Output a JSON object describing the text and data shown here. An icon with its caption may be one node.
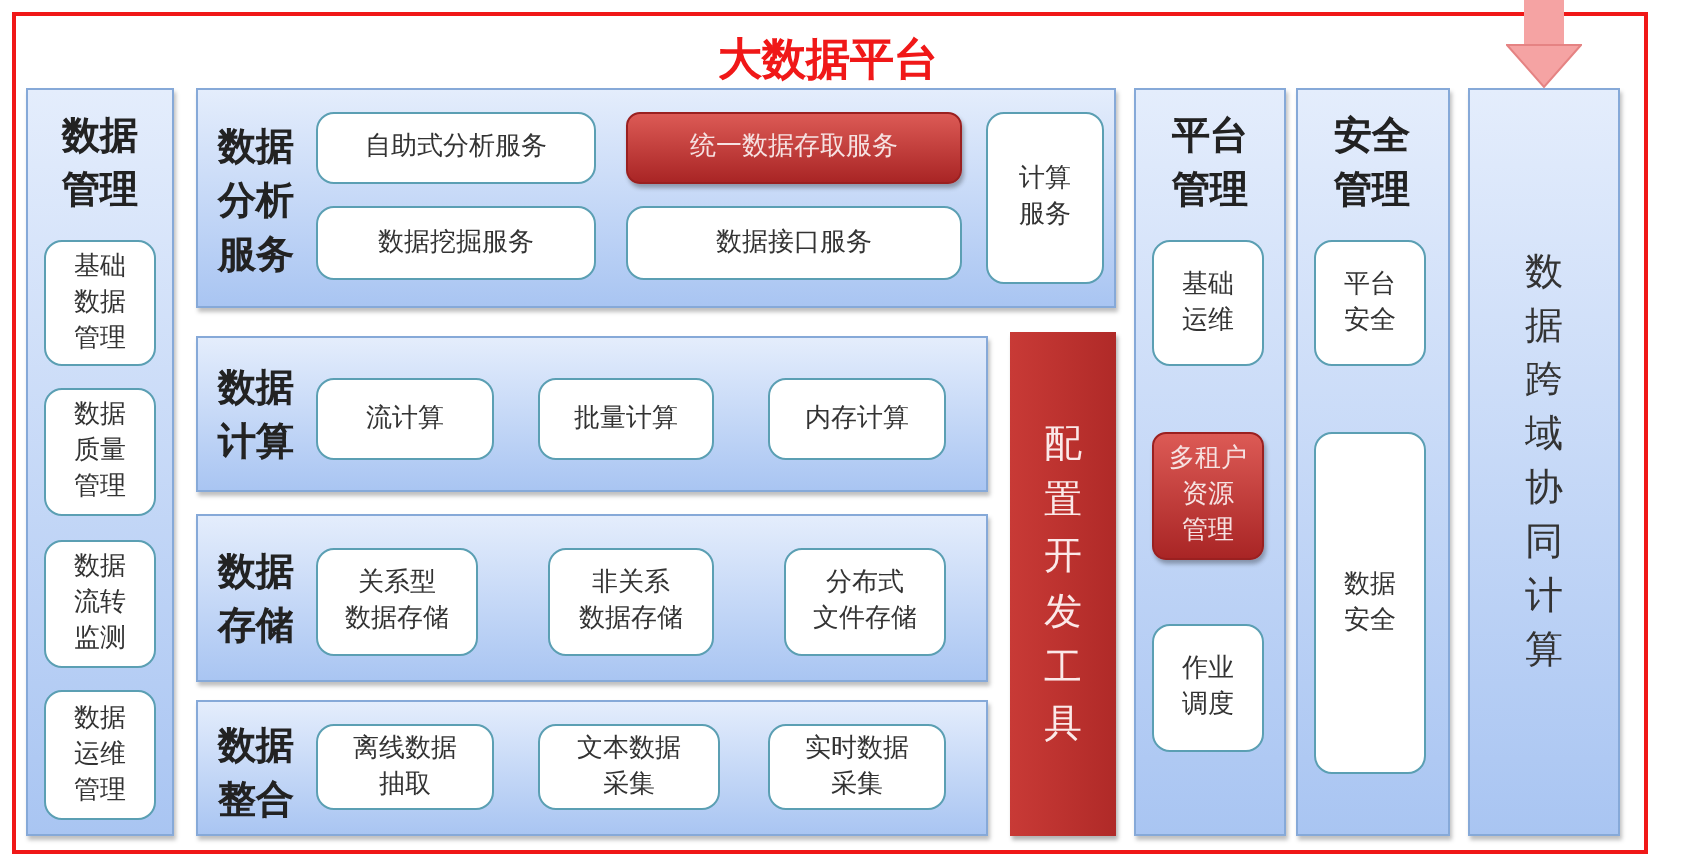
{
  "diagram": {
    "nodes": [
      {
        "text": [
          "大数据平台"
        ]
      },
      {
        "text": [
          "数据管理"
        ],
        "in": 0
      },
      {
        "text": [
          "基础数据管理"
        ],
        "in": 1
      },
      {
        "text": [
          "数据质量管理"
        ],
        "in": 1
      },
      {
        "text": [
          "数据流转监测"
        ],
        "in": 1
      },
      {
        "text": [
          "数据运维管理"
        ],
        "in": 1
      },
      {
        "text": [
          "数据分析服务"
        ],
        "in": 0
      },
      {
        "text": [
          "自助式分析服务"
        ],
        "in": 6
      },
      {
        "text": [
          "统一数据存取服务"
        ],
        "in": 6
      },
      {
        "text": [
          "数据挖掘服务"
        ],
        "in": 6
      },
      {
        "text": [
          "数据接口服务"
        ],
        "in": 6
      },
      {
        "text": [
          "计算服务"
        ],
        "in": 6
      },
      {
        "text": [
          "数据计算"
        ],
        "in": 0
      },
      {
        "text": [
          "流计算"
        ],
        "in": 12
      },
      {
        "text": [
          "批量计算"
        ],
        "in": 12
      },
      {
        "text": [
          "内存计算"
        ],
        "in": 12
      },
      {
        "text": [
          "数据存储"
        ],
        "in": 0
      },
      {
        "text": [
          "关系型数据存储"
        ],
        "in": 16
      },
      {
        "text": [
          "非关系数据存储"
        ],
        "in": 16
      },
      {
        "text": [
          "分布式文件存储"
        ],
        "in": 16
      },
      {
        "text": [
          "数据整合"
        ],
        "in": 0
      },
      {
        "text": [
          "离线数据抽取"
        ],
        "in": 20
      },
      {
        "text": [
          "文本数据采集"
        ],
        "in": 20
      },
      {
        "text": [
          "实时数据采集"
        ],
        "in": 20
      },
      {
        "text": [
          "配置开发工具"
        ],
        "in": 0
      },
      {
        "text": [
          "平台管理"
        ],
        "in": 0
      },
      {
        "text": [
          "基础运维"
        ],
        "in": 25
      },
      {
        "text": [
          "多租户资源管理"
        ],
        "in": 25
      },
      {
        "text": [
          "作业调度"
        ],
        "in": 25
      },
      {
        "text": [
          "安全管理"
        ],
        "in": 0
      },
      {
        "text": [
          "平台安全"
        ],
        "in": 29
      },
      {
        "text": [
          "数据安全"
        ],
        "in": 29
      },
      {
        "text": [
          "数据跨域协同计算"
        ],
        "in": 0
      }
    ],
    "edges": [
      {
        "from": null,
        "to": 32,
        "arrow": "to"
      }
    ]
  }
}
